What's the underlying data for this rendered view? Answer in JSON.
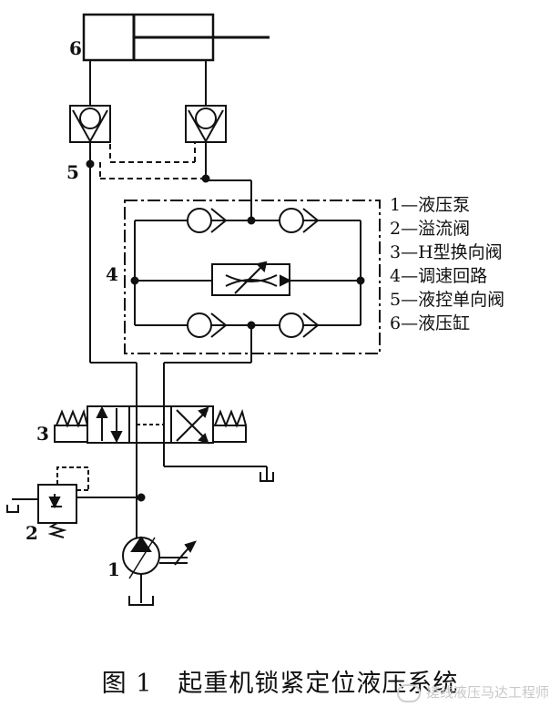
{
  "labels": {
    "pump": "1",
    "relief": "2",
    "valve": "3",
    "circuit": "4",
    "checks": "5",
    "cylinder": "6"
  },
  "legend": [
    "1—液压泵",
    "2—溢流阀",
    "3—H型换向阀",
    "4—调速回路",
    "5—液控单向阀",
    "6—液压缸"
  ],
  "caption": "图 1　起重机锁紧定位液压系统",
  "watermark": "搓线液压马达工程师"
}
